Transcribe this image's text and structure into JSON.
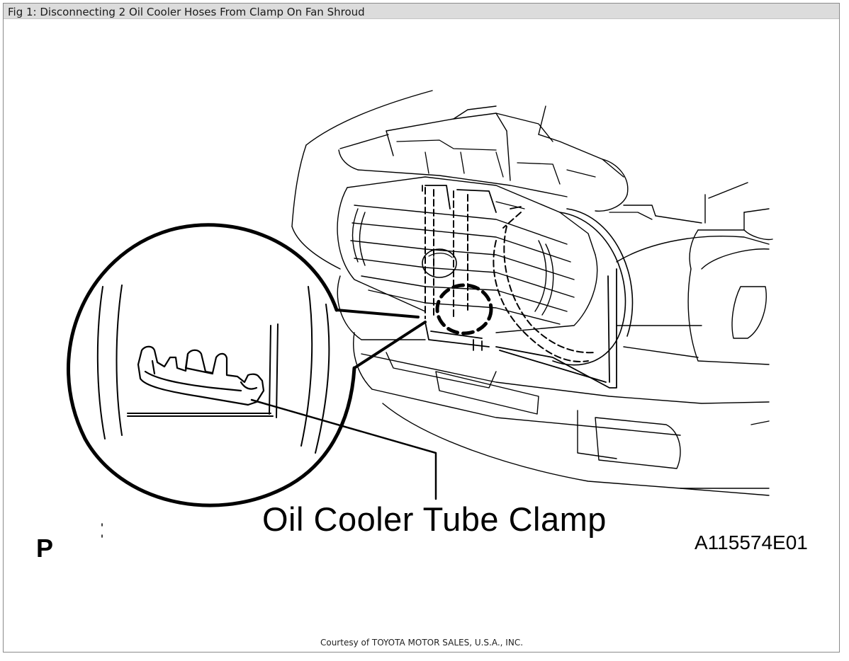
{
  "figure": {
    "caption": "Fig 1: Disconnecting 2 Oil Cooler Hoses From Clamp On Fan Shroud",
    "callout_label": "Oil Cooler Tube Clamp",
    "view_marker": "P",
    "figure_code": "A115574E01",
    "courtesy": "Courtesy of TOYOTA MOTOR SALES, U.S.A., INC."
  },
  "colors": {
    "line": "#000000",
    "caption_bar": "#dcdcdc",
    "frame_border": "#8a8a8a"
  }
}
